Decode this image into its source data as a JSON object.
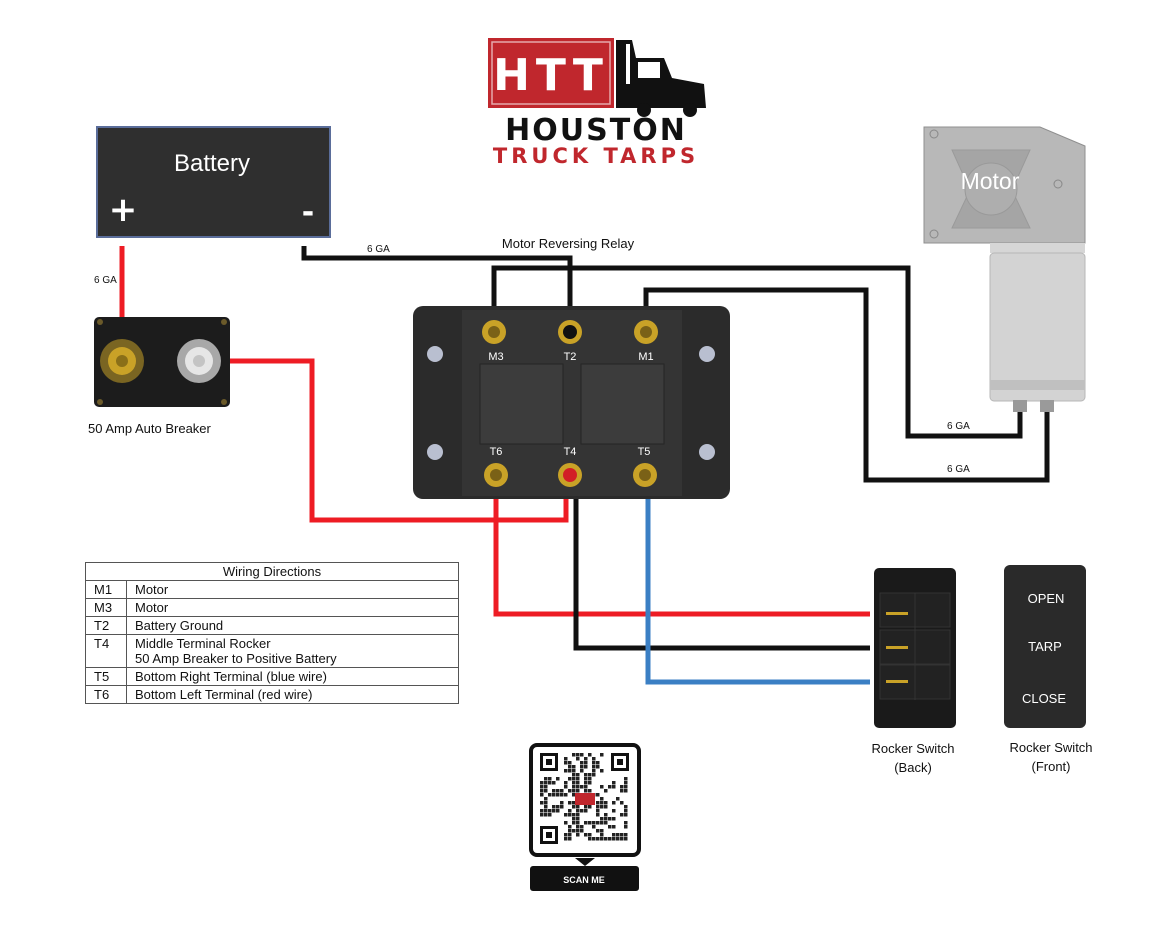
{
  "logo": {
    "abbr": "HTT",
    "name_line1": "HOUSTON",
    "name_line2": "TRUCK TARPS"
  },
  "battery": {
    "label": "Battery",
    "plus": "+",
    "minus": "-"
  },
  "breaker": {
    "label": "50 Amp Auto Breaker"
  },
  "relay": {
    "label": "Motor Reversing Relay",
    "terminals_top": [
      "M3",
      "T2",
      "M1"
    ],
    "terminals_bottom": [
      "T6",
      "T4",
      "T5"
    ]
  },
  "motor": {
    "label": "Motor"
  },
  "gauges": {
    "battery_pos": "6 GA",
    "battery_neg": "6 GA",
    "motor_a": "6 GA",
    "motor_b": "6 GA"
  },
  "wiring_table": {
    "title": "Wiring Directions",
    "rows": [
      {
        "code": "M1",
        "desc": "Motor",
        "desc2": ""
      },
      {
        "code": "M3",
        "desc": "Motor",
        "desc2": ""
      },
      {
        "code": "T2",
        "desc": "Battery Ground",
        "desc2": ""
      },
      {
        "code": "T4",
        "desc": "Middle Terminal Rocker",
        "desc2": "50 Amp Breaker to Positive Battery"
      },
      {
        "code": "T5",
        "desc": "Bottom Right Terminal (blue wire)",
        "desc2": ""
      },
      {
        "code": "T6",
        "desc": "Bottom Left Terminal (red wire)",
        "desc2": ""
      }
    ]
  },
  "switch_back": {
    "label_line1": "Rocker Switch",
    "label_line2": "(Back)"
  },
  "switch_front": {
    "positions": [
      "OPEN",
      "TARP",
      "CLOSE"
    ],
    "label_line1": "Rocker Switch",
    "label_line2": "(Front)"
  },
  "qr": {
    "caption": "SCAN ME"
  },
  "colors": {
    "wire_red": "#ee1c24",
    "wire_black": "#111111",
    "wire_blue": "#3b7fc4",
    "logo_red": "#c0272d",
    "component_dark": "#2f2f2f"
  }
}
